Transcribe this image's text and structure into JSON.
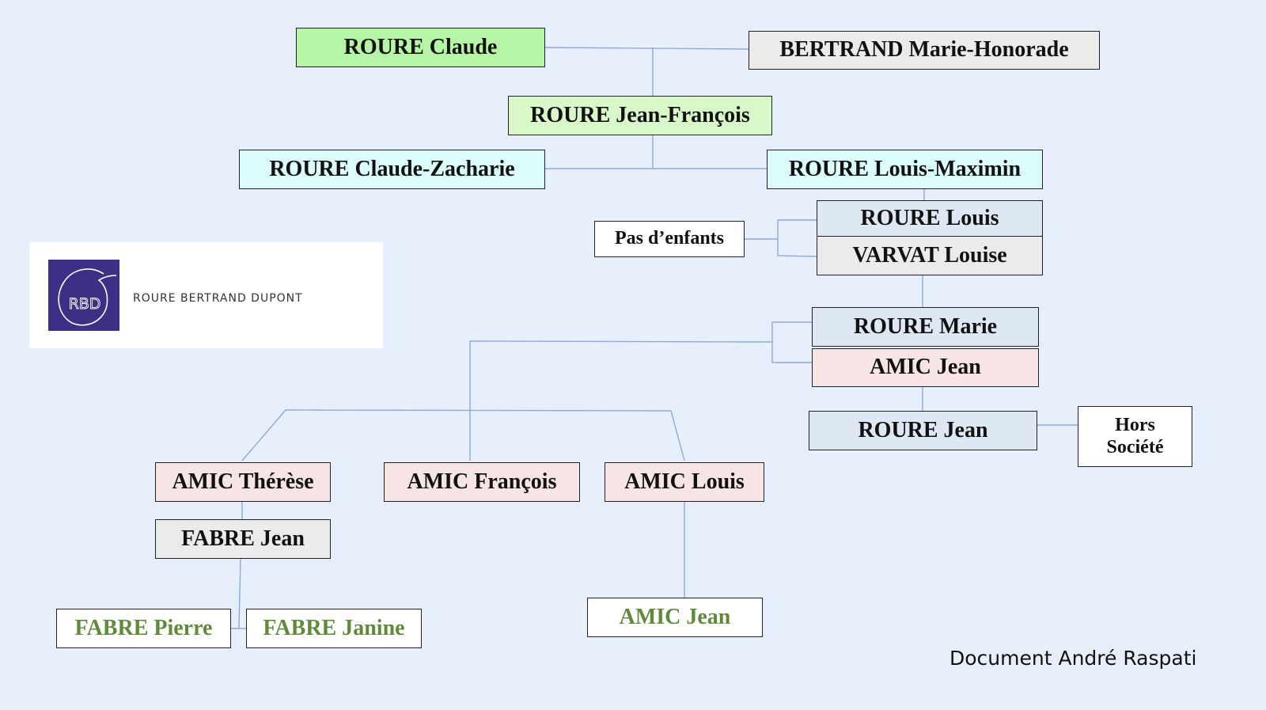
{
  "people": {
    "roure_claude": "ROURE Claude",
    "bertrand_marie_honorade": "BERTRAND Marie-Honorade",
    "roure_jean_francois": "ROURE Jean-François",
    "roure_claude_zacharie": "ROURE Claude-Zacharie",
    "roure_louis_maximin": "ROURE Louis-Maximin",
    "roure_louis": "ROURE Louis",
    "varvat_louise": "VARVAT Louise",
    "pas_d_enfants": "Pas d’enfants",
    "roure_marie": "ROURE Marie",
    "amic_jean": "AMIC Jean",
    "roure_jean": "ROURE Jean",
    "hors_societe": "Hors Société",
    "amic_therese": "AMIC Thérèse",
    "amic_francois": "AMIC François",
    "amic_louis": "AMIC Louis",
    "fabre_jean": "FABRE Jean",
    "fabre_pierre": "FABRE Pierre",
    "fabre_janine": "FABRE Janine",
    "amic_jean_2": "AMIC Jean"
  },
  "logo": {
    "monogram": "RBD",
    "text": "ROURE BERTRAND DUPONT"
  },
  "credit": "Document André Raspati",
  "colors": {
    "background": "#e8effc",
    "connector": "#8fa9d6",
    "green_box": "#b7f5a6",
    "light_green_box": "#d8f8c9",
    "cyan_box": "#dcfbfb",
    "blue_box": "#dde8f4",
    "pink_box": "#f7e4e4",
    "grey_box": "#ebebeb",
    "logo_mark": "#3d2f86",
    "descendant_text": "#5e8a3a"
  }
}
